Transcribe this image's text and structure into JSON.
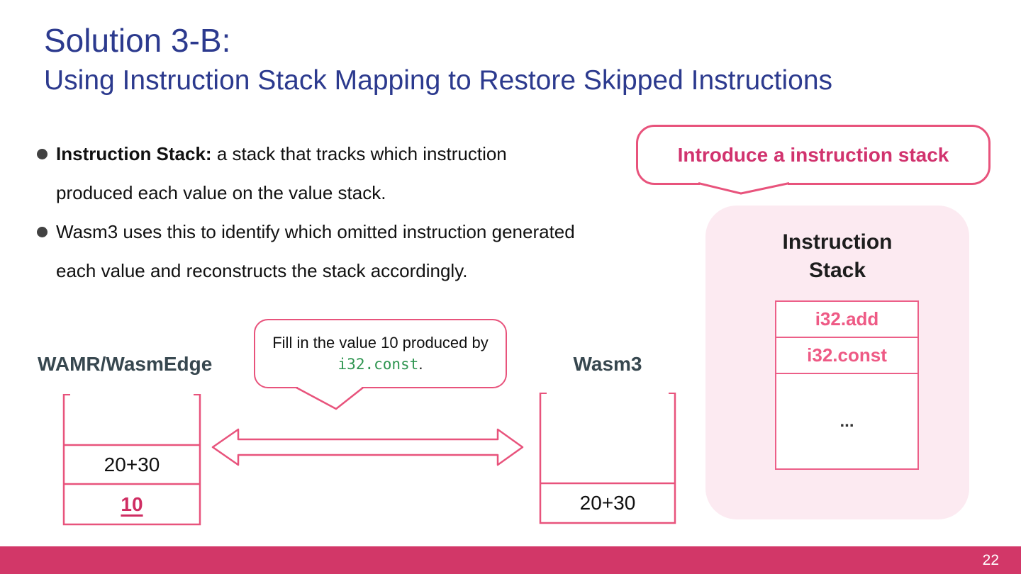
{
  "slide": {
    "title": "Solution 3-B:",
    "subtitle": "Using Instruction Stack Mapping to Restore Skipped Instructions",
    "page_number": "22"
  },
  "bullets": [
    {
      "bold_prefix": "Instruction Stack:",
      "line1": " a stack that tracks which instruction",
      "line2": "produced each value on the value stack."
    },
    {
      "bold_prefix": "",
      "line1": "Wasm3 uses this to identify which omitted instruction generated",
      "line2": "each value and reconstructs the stack accordingly."
    }
  ],
  "intro_callout": {
    "text": "Introduce a instruction stack"
  },
  "instruction_panel": {
    "title_line1": "Instruction",
    "title_line2": "Stack",
    "rows": [
      "i32.add",
      "i32.const",
      "..."
    ]
  },
  "diagram": {
    "left_stack_label": "WAMR/WasmEdge",
    "left_stack_cell_top": "20+30",
    "left_stack_cell_bottom": "10",
    "right_stack_label": "Wasm3",
    "right_stack_cell": "20+30",
    "fill_callout_line1": "Fill in the value 10 produced by",
    "fill_callout_code": "i32.const",
    "fill_callout_suffix": "."
  },
  "colors": {
    "title_blue": "#2c3a8e",
    "accent_pink": "#e8537c",
    "pink_text": "#d1336e",
    "table_pink": "#ee5a85",
    "footer_pink": "#d23768",
    "panel_bg": "#fceaf1",
    "code_green": "#2e9550",
    "label_slate": "#37474f",
    "value_red": "#cf2d62"
  }
}
